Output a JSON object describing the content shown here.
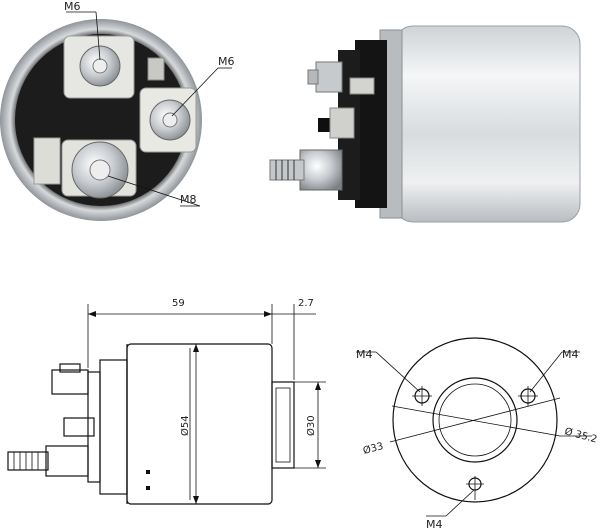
{
  "top_view": {
    "labels": [
      "M6",
      "M6",
      "M8"
    ]
  },
  "side_drawing": {
    "dim_length": "59",
    "dim_offset": "2.7",
    "dim_body_dia": "Ø54",
    "dim_pilot_dia": "Ø30"
  },
  "flange_drawing": {
    "label_top_left": "M4",
    "label_top_right": "M4",
    "label_bottom": "M4",
    "dim_left": "Ø33",
    "dim_right": "Ø 35.2"
  }
}
